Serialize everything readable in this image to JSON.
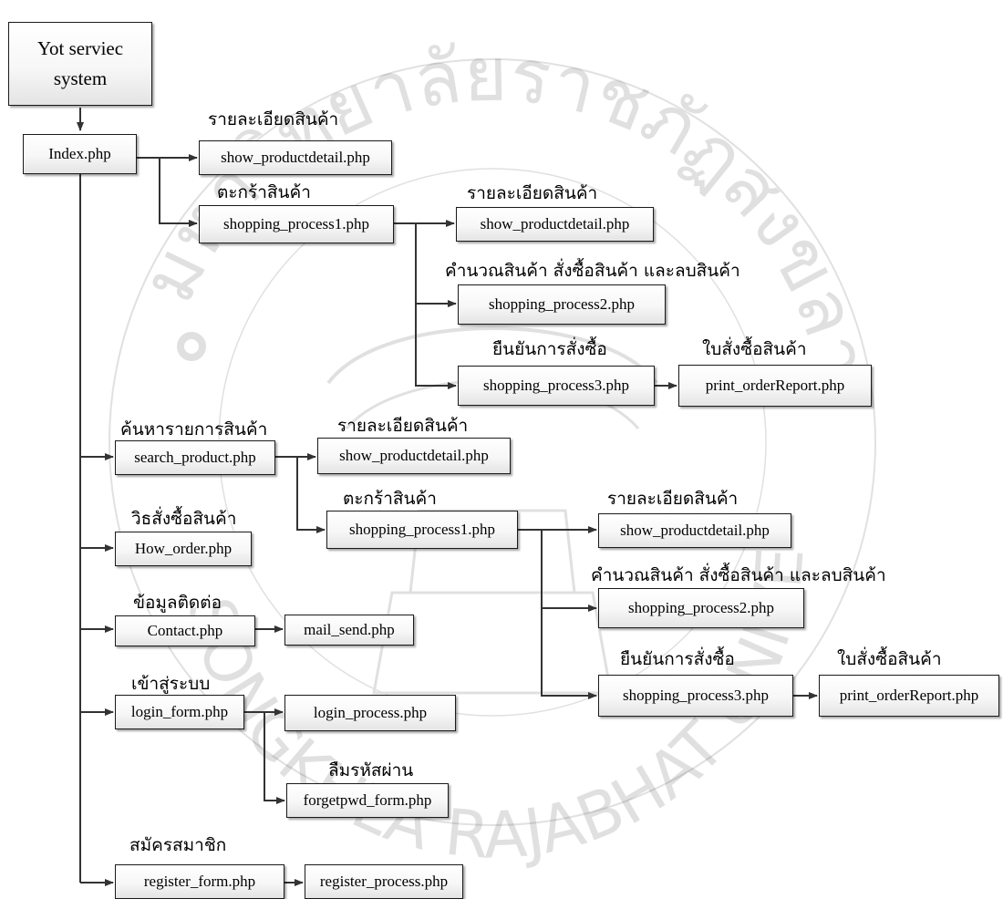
{
  "watermark": {
    "top_text": "มหาวิทยาลัยราชภัฏสงขลา",
    "bottom_text": "SONGKHLA RAJABHAT UNIVERSITY"
  },
  "nodes": {
    "root": "Yot serviec system",
    "index": "Index.php",
    "detail_1": "show_productdetail.php",
    "shop1_1": "shopping_process1.php",
    "detail_2": "show_productdetail.php",
    "shop2_1": "shopping_process2.php",
    "shop3_1": "shopping_process3.php",
    "print_1": "print_orderReport.php",
    "search": "search_product.php",
    "detail_3": "show_productdetail.php",
    "shop1_2": "shopping_process1.php",
    "detail_4": "show_productdetail.php",
    "shop2_2": "shopping_process2.php",
    "shop3_2": "shopping_process3.php",
    "print_2": "print_orderReport.php",
    "howorder": "How_order.php",
    "contact": "Contact.php",
    "mail": "mail_send.php",
    "login": "login_form.php",
    "loginproc": "login_process.php",
    "forgot": "forgetpwd_form.php",
    "register": "register_form.php",
    "regproc": "register_process.php"
  },
  "labels": {
    "detail_1": "รายละเอียดสินค้า",
    "cart_1": "ตะกร้าสินค้า",
    "detail_2": "รายละเอียดสินค้า",
    "calc_1": "คำนวณสินค้า  สั่งซื้อสินค้า และลบสินค้า",
    "confirm_1": "ยืนยันการสั่งซื้อ",
    "invoice_1": "ใบสั่งซื้อสินค้า",
    "search": "ค้นหารายการสินค้า",
    "detail_3": "รายละเอียดสินค้า",
    "cart_2": "ตะกร้าสินค้า",
    "detail_4": "รายละเอียดสินค้า",
    "howto": "วิธสั่งซื้อสินค้า",
    "calc_2": "คำนวณสินค้า  สั่งซื้อสินค้า และลบสินค้า",
    "contact": "ข้อมูลติดต่อ",
    "confirm_2": "ยืนยันการสั่งซื้อ",
    "invoice_2": "ใบสั่งซื้อสินค้า",
    "login": "เข้าสู่ระบบ",
    "forgot": "ลืมรหัสผ่าน",
    "register": "สมัครสมาชิก"
  }
}
